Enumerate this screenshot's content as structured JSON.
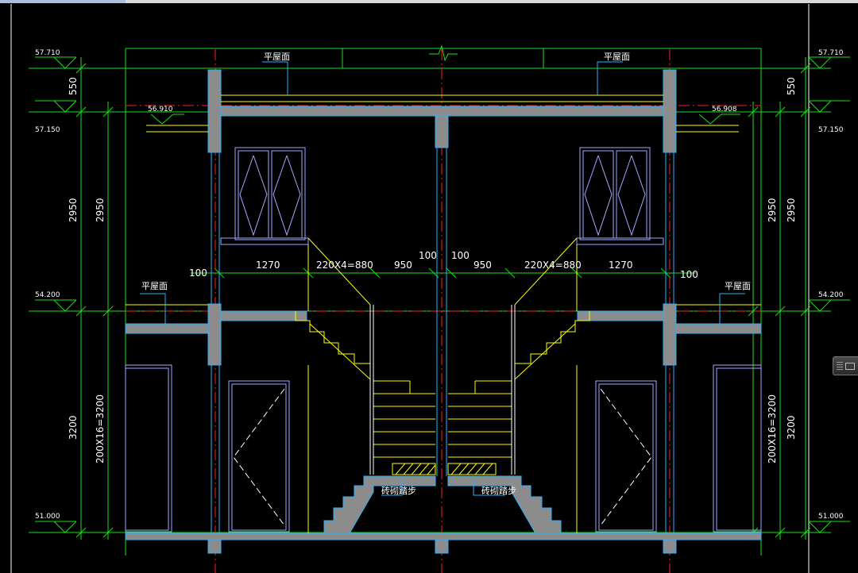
{
  "colors": {
    "dimension": "#18e018",
    "wall": "#8c8c8c",
    "wall_edge": "#28b4ff",
    "window": "#a0a8ff",
    "axis": "#ff2020",
    "stair": "#ffff00",
    "label": "#ffffff"
  },
  "elevations": {
    "top": "57.710",
    "parapet_left": "56.910",
    "parapet_right": "56.908",
    "roof": "57.150",
    "floor": "54.200",
    "ground": "51.000"
  },
  "dimensions": {
    "d550": "550",
    "d2950": "2950",
    "d3200": "3200",
    "d200x16": "200X16=3200",
    "d1270": "1270",
    "d220x4": "220X4=880",
    "d950": "950",
    "d100": "100"
  },
  "labels": {
    "roof_finish": "平屋面",
    "step": "砖砌踏步"
  }
}
